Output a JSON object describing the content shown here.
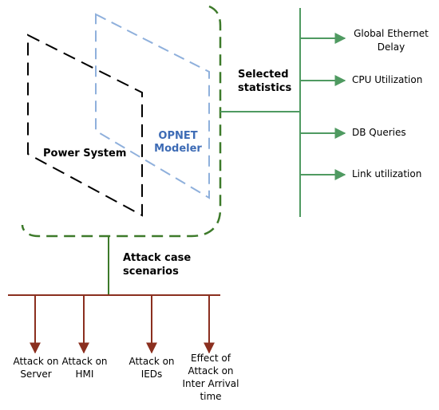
{
  "labels": {
    "power_system": "Power System",
    "opnet_line1": "OPNET",
    "opnet_line2": "Modeler",
    "selected_line1": "Selected",
    "selected_line2": "statistics",
    "attack_line1": "Attack case",
    "attack_line2": "scenarios"
  },
  "statistics": [
    {
      "line1": "Global Ethernet",
      "line2": "Delay"
    },
    {
      "line1": "CPU Utilization",
      "line2": ""
    },
    {
      "line1": "DB Queries",
      "line2": ""
    },
    {
      "line1": "Link utilization",
      "line2": ""
    }
  ],
  "attacks": [
    {
      "lines": [
        "Attack on",
        "Server"
      ]
    },
    {
      "lines": [
        "Attack on",
        "HMI"
      ]
    },
    {
      "lines": [
        "Attack on",
        "IEDs"
      ]
    },
    {
      "lines": [
        "Effect of",
        "Attack on",
        "Inter Arrival",
        "time"
      ]
    }
  ],
  "colors": {
    "power_system_outline": "#000000",
    "opnet_outline": "#8fb0dc",
    "opnet_text": "#3d6bb5",
    "bracket": "#3d7a2a",
    "stat_lines": "#4f9a61",
    "attack_lines": "#8b2f1f"
  }
}
